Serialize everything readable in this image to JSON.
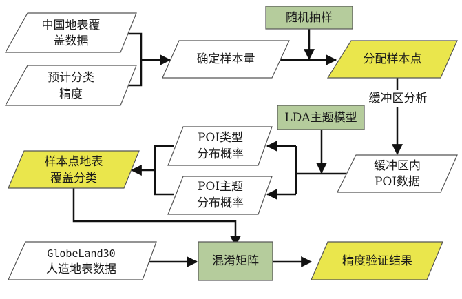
{
  "colors": {
    "data_fill": "#ffffff",
    "process_fill": "#b5cc9c",
    "result_fill": "#eae64c",
    "stroke": "#555555",
    "edge": "#111111"
  },
  "nodes": {
    "china_landcover": {
      "lines": [
        "中国地表覆",
        "盖数据"
      ],
      "type": "data"
    },
    "expected_accuracy": {
      "lines": [
        "预计分类",
        "精度"
      ],
      "type": "data"
    },
    "sample_size": {
      "lines": [
        "确定样本量"
      ],
      "type": "data"
    },
    "random_sampling": {
      "lines": [
        "随机抽样"
      ],
      "type": "process"
    },
    "allocate_points": {
      "lines": [
        "分配样本点"
      ],
      "type": "result"
    },
    "buffer_poi": {
      "lines": [
        "缓冲区内",
        "POI数据"
      ],
      "type": "data"
    },
    "lda_model": {
      "lines": [
        "LDA主题模型"
      ],
      "type": "process"
    },
    "poi_type_prob": {
      "lines": [
        "POI类型",
        "分布概率"
      ],
      "type": "data"
    },
    "poi_topic_prob": {
      "lines": [
        "POI主题",
        "分布概率"
      ],
      "type": "data"
    },
    "sample_classification": {
      "lines": [
        "样本点地表",
        "覆盖分类"
      ],
      "type": "result"
    },
    "globeland30": {
      "lines": [
        "GlobeLand30",
        "人造地表数据"
      ],
      "type": "data"
    },
    "confusion_matrix": {
      "lines": [
        "混淆矩阵"
      ],
      "type": "process"
    },
    "accuracy_result": {
      "lines": [
        "精度验证结果"
      ],
      "type": "result"
    }
  },
  "edge_labels": {
    "buffer_analysis": "缓冲区分析"
  }
}
